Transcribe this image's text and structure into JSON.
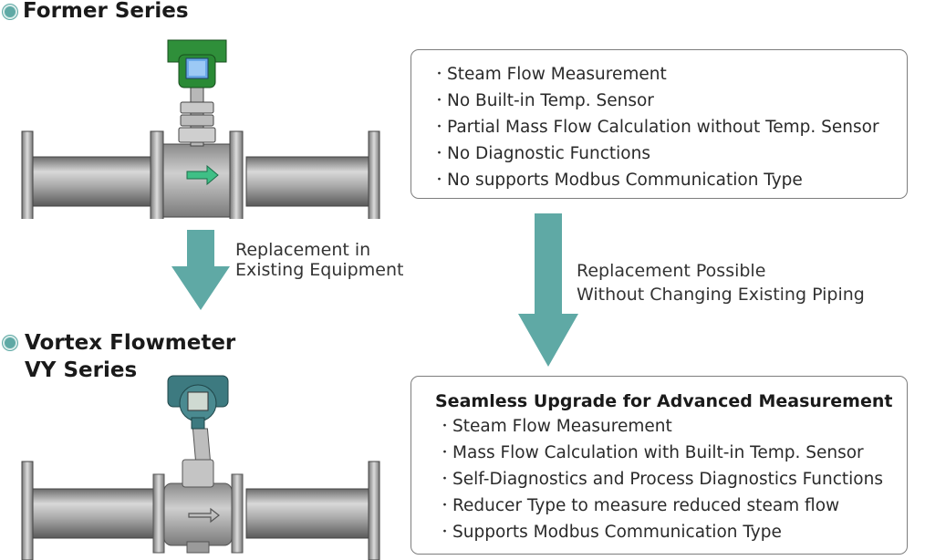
{
  "former": {
    "heading": "Former Series",
    "features": [
      "Steam Flow Measurement",
      "No Built-in Temp. Sensor",
      "Partial Mass Flow Calculation without Temp. Sensor",
      "No Diagnostic Functions",
      "No supports Modbus Communication Type"
    ]
  },
  "vy": {
    "heading_line1": "Vortex Flowmeter",
    "heading_line2": "VY Series",
    "box_title": "Seamless Upgrade for Advanced Measurement",
    "features": [
      "Steam Flow Measurement",
      "Mass Flow Calculation with Built-in Temp. Sensor",
      "Self-Diagnostics and Process Diagnostics Functions",
      "Reducer Type to measure reduced steam flow",
      "Supports Modbus Communication Type"
    ]
  },
  "arrows": {
    "left_line1": "Replacement in",
    "left_line2": "Existing Equipment",
    "right_line1": "Replacement Possible",
    "right_line2": "Without Changing Existing Piping"
  },
  "colors": {
    "accent": "#5fa9a5",
    "former_head": "#2f8f3a",
    "vy_head": "#3d7a80"
  }
}
